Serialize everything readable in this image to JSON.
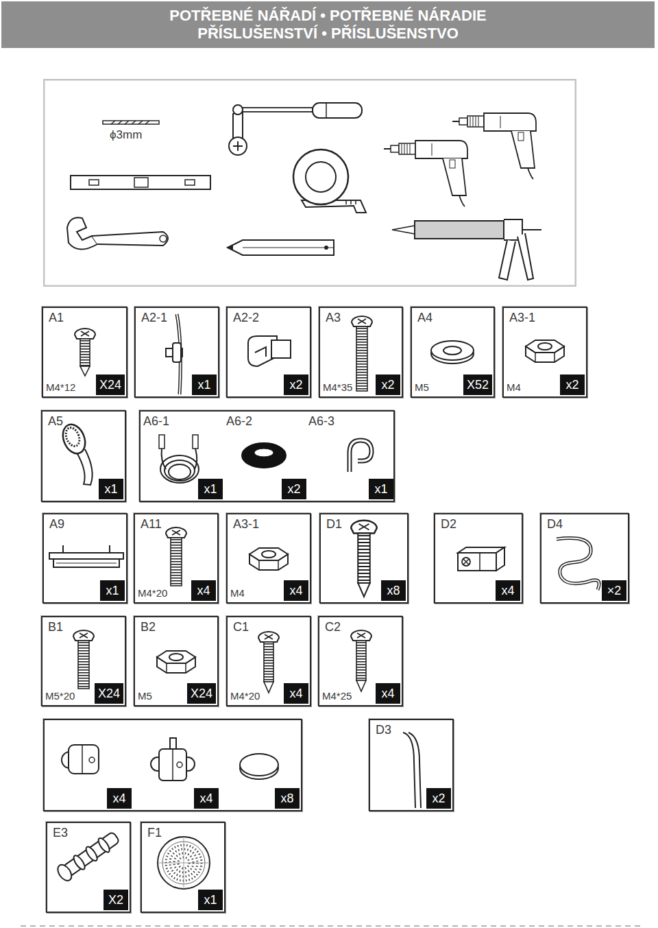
{
  "diagram": {
    "title": "POTŘEBNÉ NÁŘADÍ • POTŘEBNÉ NÁRADIE PŘÍSLUŠENSTVÍ • PŘÍSLUŠENSTVO",
    "nodes": [
      {
        "text": [
          "ϕ3mm"
        ]
      },
      {
        "text": [
          "A1",
          "M4*12",
          "X24"
        ]
      },
      {
        "text": [
          "A2-1",
          "x1"
        ]
      },
      {
        "text": [
          "A2-2",
          "x2"
        ]
      },
      {
        "text": [
          "A3",
          "M4*35",
          "x2"
        ]
      },
      {
        "text": [
          "A4",
          "M5",
          "X52"
        ]
      },
      {
        "text": [
          "A3-1",
          "M4",
          "x2"
        ]
      },
      {
        "text": [
          "A5",
          "x1"
        ]
      },
      {
        "text": [
          "A6-1",
          "A6-2",
          "A6-3",
          "x1",
          "x2",
          "x1"
        ]
      },
      {
        "text": [
          "A9",
          "x1"
        ]
      },
      {
        "text": [
          "A11",
          "M4*20",
          "x4"
        ]
      },
      {
        "text": [
          "A3-1",
          "M4",
          "x4"
        ]
      },
      {
        "text": [
          "D1",
          "x8"
        ]
      },
      {
        "text": [
          "D2",
          "x4"
        ]
      },
      {
        "text": [
          "D4",
          "×2"
        ]
      },
      {
        "text": [
          "B1",
          "M5*20",
          "X24"
        ]
      },
      {
        "text": [
          "B2",
          "M5",
          "X24"
        ]
      },
      {
        "text": [
          "C1",
          "M4*20",
          "x4"
        ]
      },
      {
        "text": [
          "C2",
          "M4*25",
          "x4"
        ]
      },
      {
        "text": [
          "x4",
          "x4",
          "x8"
        ]
      },
      {
        "text": [
          "D3",
          "x2"
        ]
      },
      {
        "text": [
          "E3",
          "X2"
        ]
      },
      {
        "text": [
          "F1",
          "x1"
        ]
      }
    ]
  }
}
